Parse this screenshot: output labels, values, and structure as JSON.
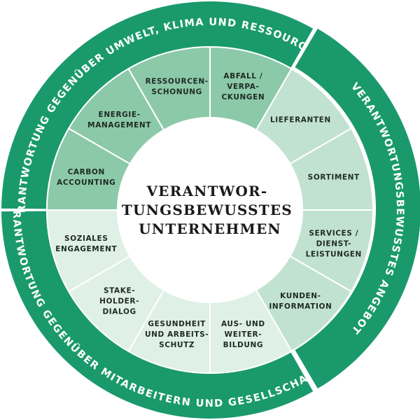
{
  "center": {
    "lines": [
      "VERANTWOR-",
      "TUNGSBEWUSSTES",
      "UNTERNEHMEN"
    ]
  },
  "outer_ring": [
    {
      "id": "umwelt",
      "label": "VERANTWORTUNG GEGENÜBER UMWELT, KLIMA UND RESSOURCEN"
    },
    {
      "id": "angebot",
      "label": "VERANTWORTUNGSBEWUSSTES ANGEBOT"
    },
    {
      "id": "gesellschaft",
      "label": "VERANTWORTUNG GEGENÜBER MITARBEITERN UND GESELLSCHAFT"
    }
  ],
  "segments": [
    {
      "id": "abfall",
      "group": "umwelt",
      "lines": [
        "ABFALL /",
        "VERPA-",
        "CKUNGEN"
      ]
    },
    {
      "id": "lieferanten",
      "group": "angebot",
      "lines": [
        "LIEFERANTEN"
      ]
    },
    {
      "id": "sortiment",
      "group": "angebot",
      "lines": [
        "SORTIMENT"
      ]
    },
    {
      "id": "services",
      "group": "angebot",
      "lines": [
        "SERVICES /",
        "DIENST-",
        "LEISTUNGEN"
      ]
    },
    {
      "id": "kunden",
      "group": "angebot",
      "lines": [
        "KUNDEN-",
        "INFORMATION"
      ]
    },
    {
      "id": "aus",
      "group": "gesellschaft",
      "lines": [
        "AUS- UND",
        "WEITER-",
        "BILDUNG"
      ]
    },
    {
      "id": "gesundheit",
      "group": "gesellschaft",
      "lines": [
        "GESUNDHEIT",
        "UND ARBEITS-",
        "SCHUTZ"
      ]
    },
    {
      "id": "stakeholder",
      "group": "gesellschaft",
      "lines": [
        "STAKE-",
        "HOLDER-",
        "DIALOG"
      ]
    },
    {
      "id": "soziales",
      "group": "gesellschaft",
      "lines": [
        "SOZIALES",
        "ENGAGEMENT"
      ]
    },
    {
      "id": "carbon",
      "group": "umwelt",
      "lines": [
        "CARBON",
        "ACCOUNTING"
      ]
    },
    {
      "id": "energie",
      "group": "umwelt",
      "lines": [
        "ENERGIE-",
        "MANAGEMENT"
      ]
    },
    {
      "id": "ressourcen",
      "group": "umwelt",
      "lines": [
        "RESSOURCEN-",
        "SCHONUNG"
      ]
    }
  ],
  "colors": {
    "outer_ring": "#1a9a6c",
    "umwelt_segment": "#8cc9a8",
    "angebot_segment": "#c2e2d1",
    "gesellschaft_segment": "#dff0e6",
    "segment_divider": "#ffffff",
    "center_fill": "#ffffff",
    "ring_text": "#ffffff",
    "segment_text": "#1e2a24"
  }
}
